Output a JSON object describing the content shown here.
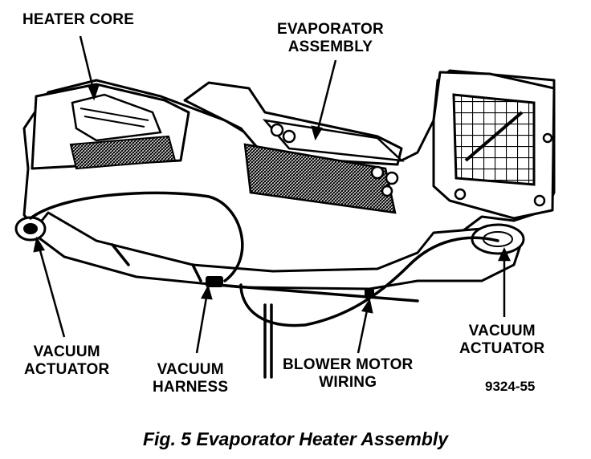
{
  "labels": {
    "heater_core": "HEATER CORE",
    "evaporator_assembly": [
      "EVAPORATOR",
      "ASSEMBLY"
    ],
    "vacuum_actuator_left": [
      "VACUUM",
      "ACTUATOR"
    ],
    "vacuum_harness": [
      "VACUUM",
      "HARNESS"
    ],
    "blower_motor_wiring": [
      "BLOWER MOTOR",
      "WIRING"
    ],
    "vacuum_actuator_right": [
      "VACUUM",
      "ACTUATOR"
    ]
  },
  "figure_number": "9324-55",
  "caption": "Fig. 5 Evaporator Heater Assembly"
}
